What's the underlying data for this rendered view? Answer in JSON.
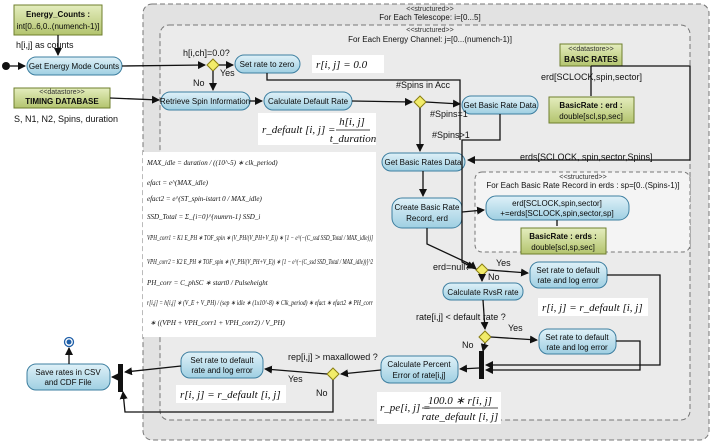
{
  "colors": {
    "activity": "#bfe0ee",
    "activity_border": "#3e7fa0",
    "datastore": "#c8d68a",
    "decision": "#f2ec6a",
    "region": "#e2e2e2"
  },
  "regions": {
    "telescope": {
      "stereotype": "<<structured>>",
      "label": "For Each Telescope: i=[0...5]"
    },
    "channel": {
      "stereotype": "<<structured>>",
      "label": "For Each Energy Channel: j=[0...(numench-1)]"
    },
    "basic_rate": {
      "stereotype": "<<structured>>",
      "label": "For Each Basic Rate Record in erds : sp=[0..(Spins-1)]"
    }
  },
  "datastores": {
    "energy_counts": {
      "title": "Energy_Counts :",
      "type": "int[0..6,0..(numench-1)]"
    },
    "timing_db": {
      "stereotype": "<<datastore>>",
      "title": "TIMING DATABASE"
    },
    "basic_rates": {
      "stereotype": "<<datastore>>",
      "title": "BASIC RATES"
    },
    "basic_rate_out": {
      "title": "BasicRate : erd :",
      "type": "double[scl,sp,sec]"
    },
    "basic_rate_out2": {
      "title": "BasicRate : erds :",
      "type": "double[scl,sp,sec]"
    }
  },
  "actions": {
    "get_energy_mode_counts": "Get Energy Mode Counts",
    "set_rate_zero": "Set rate to zero",
    "retrieve_spin": "Retrieve Spin Information",
    "calc_default_rate": "Calculate Default Rate",
    "get_basic_rate_data": "Get Basic Rate Data",
    "get_basic_rates_data": "Get Basic Rates Data",
    "create_record_1": "Create Basic Rate",
    "create_record_2": "Record, erd",
    "erd_accum_1": "erd[SCLOCK,spin,sector]",
    "erd_accum_2": "+=erds[SCLOCK,spin,sector,sp]",
    "calc_rvsr": "Calculate RvsR rate",
    "set_default_1_a": "Set rate to default",
    "set_default_1_b": "rate and log error",
    "set_default_2_a": "Set rate to default",
    "set_default_2_b": "rate and log error",
    "calc_percent_a": "Calculate Percent",
    "calc_percent_b": "Error of rate[i,j]",
    "set_default_3_a": "Set rate to default",
    "set_default_3_b": "rate and log error",
    "save_rates_a": "Save rates in CSV",
    "save_rates_b": "and CDF File"
  },
  "labels": {
    "h_counts": "h[i,j] as counts",
    "h_test": "h[i,ch]=0.0?",
    "yes1": "Yes",
    "no1": "No",
    "spin_params": "S, N1, N2, Spins, duration",
    "spins_in_acc": "#Spins in Acc",
    "spins_eq1": "#Spins=1",
    "spins_gt1": "#Spins>1",
    "erd_flow": "erd[SCLOCK,spin,sector]",
    "erds_flow": "erds[SCLOCK, spin,sector,Spins]",
    "erd_null": "erd=null?",
    "yes2": "Yes",
    "no2": "No",
    "rate_test": "rate[i,j] < default rate ?",
    "yes3": "Yes",
    "no3": "No",
    "rep_test": "rep[i,j] > maxallowed ?",
    "yes4": "Yes",
    "no4": "No"
  },
  "equations": {
    "r_zero": "r[i, j] = 0.0",
    "r_default_lhs": "r_default [i, j] =",
    "r_default_num": "h[i, j]",
    "r_default_den": "t_duration",
    "r_eq_default_1": "r[i, j] = r_default [i, j]",
    "r_eq_default_2": "r[i, j] = r_default [i, j]",
    "rpe_lhs": "r_pe[i, j] =",
    "rpe_num": "100.0 ∗ r[i, j]",
    "rpe_den": "rate_default [i, j]"
  },
  "formulas": [
    "MAX_idle = duration / ((10^-5) ∗ clk_period)",
    "efact = e^(MAX_idle)",
    "efact2 = e^(ST_spin-istart 0 / MAX_idle)",
    "SSD_Total = Σ_{i=0}^{numrn-1} SSD_i",
    "VPH_corr1 = K1 E_PH ∗ TOF_spin ∗ (V_PH/(V_PH+V_E)) ∗ [1 − e^(−(C_ssd SSD_Total / MAX_idle))]",
    "VPH_corr2 = K2 E_PH ∗ TOF_spin ∗ (V_PH/(V_PH+V_E)) ∗ [1 − e^(−(C_ssd SSD_Total / MAX_idle))]^2",
    "PH_corr = C_phSC ∗ start0 / Pulseheight",
    "r[i,j] = h[i,j] ∗ (V_E + V_PH) / (sep ∗ idle ∗ (1x10^-8) ∗ Clk_period) ∗ efact ∗ efact2 ∗ PH_corr",
    "∗ ((VPH + VPH_corr1 + VPH_corr2) / V_PH)"
  ]
}
